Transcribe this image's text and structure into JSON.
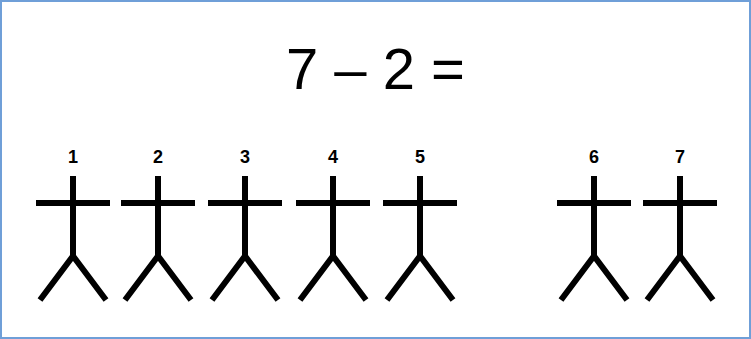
{
  "diagram": {
    "title": "7 – 2 =",
    "labels": [
      "1",
      "2",
      "3",
      "4",
      "5",
      "6",
      "7"
    ]
  }
}
